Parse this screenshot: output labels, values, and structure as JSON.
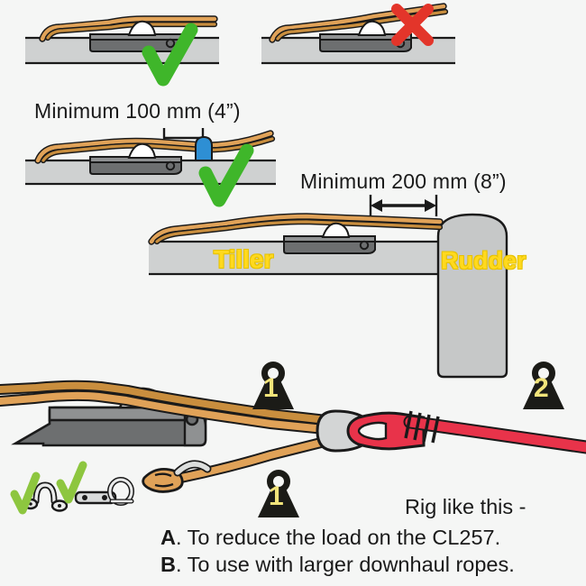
{
  "document": {
    "title": "Clamcleat CL257 tiller rope rigging instructions",
    "background_color": "#f5f6f5"
  },
  "colors": {
    "rope_orange": "#e0a258",
    "rope_orange_dark": "#8a5a22",
    "rope_red": "#e8334a",
    "rope_red_dark": "#1a1a1a",
    "cleat_body": "#6d6f70",
    "cleat_top": "#9b9d9e",
    "spar_grey": "#cfd1d1",
    "rudder_grey": "#c6c8c8",
    "check_green": "#3fb62a",
    "cross_red": "#e3352a",
    "label_yellow": "#ffd91e",
    "weight_black": "#1b1b17",
    "weight_number": "#f2e47a",
    "post_blue": "#2e8fd4",
    "outline": "#1a1a1a",
    "text": "#1a1a1a"
  },
  "panels": {
    "top_left": {
      "name": "correct-low-rope-angle",
      "verdict_icon": "check-icon",
      "verdict": "correct"
    },
    "top_right": {
      "name": "incorrect-high-rope-angle",
      "verdict_icon": "cross-icon",
      "verdict": "incorrect"
    },
    "middle": {
      "name": "minimum-100mm-clearance",
      "dimension_label": "Minimum 100 mm (4”)",
      "verdict_icon": "check-icon",
      "verdict": "correct",
      "fairlead_color": "#2e8fd4"
    },
    "tiller": {
      "name": "tiller-rudder-clearance",
      "dimension_label": "Minimum 200 mm (8”)",
      "tiller_label": "Tiller",
      "rudder_label": "Rudder"
    },
    "bottom": {
      "name": "rigging-diagram",
      "weights": [
        {
          "label": "1",
          "name": "load-weight-1-upper"
        },
        {
          "label": "2",
          "name": "load-weight-2"
        },
        {
          "label": "1",
          "name": "load-weight-1-lower"
        }
      ],
      "approved_fittings": [
        {
          "name": "saddle-fitting",
          "verdict_icon": "check-icon"
        },
        {
          "name": "strap-eye-fitting",
          "verdict_icon": "check-icon"
        }
      ]
    }
  },
  "captions": {
    "heading": "Rig like this -",
    "items": [
      {
        "marker": "A",
        "text": ". To reduce the load on the CL257."
      },
      {
        "marker": "B",
        "text": ". To use with larger downhaul ropes."
      }
    ]
  }
}
